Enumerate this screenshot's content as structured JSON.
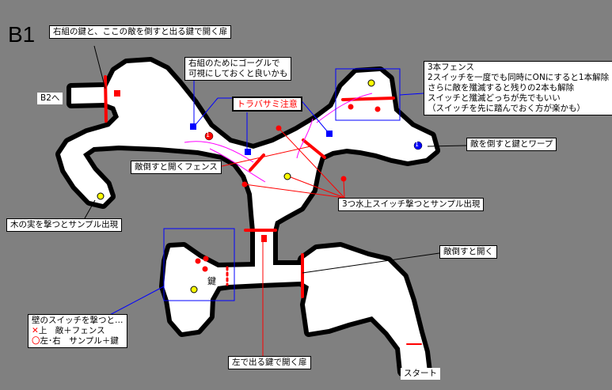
{
  "floor": "B1",
  "labels": {
    "door_top": "右組の鍵と、ここの敵を倒すと出る鍵で開く扉",
    "goggle_line1": "右組のためにゴーグルで",
    "goggle_line2": "可視にしておくと良いかも",
    "trap": "トラバサミ注意",
    "to_b2": "B2へ",
    "fence3_line1": "3本フェンス",
    "fence3_line2": "2スイッチを一度でも同時にONにすると1本解除",
    "fence3_line3": "さらに敵を殲滅すると残りの2本も解除",
    "fence3_line4": "スイッチと殲滅どっちが先でもいい",
    "fence3_line5": "（スイッチを先に踏んでおく方が楽かも）",
    "warp": "敵を倒すと鍵とワープ",
    "fence_enemy": "敵倒すと開くフェンス",
    "water_switch": "3つ水上スイッチ撃つとサンプル出現",
    "nut": "木の実を撃つとサンプル出現",
    "enemy_open": "敵倒すと開く",
    "wall_switch_title": "壁のスイッチを撃つと…",
    "wall_switch_x_mark": "✕",
    "wall_switch_x": "上　敵＋フェンス",
    "wall_switch_o_mark": "〇",
    "wall_switch_o": "左･右　サンプル＋鍵",
    "key": "鍵",
    "door_bottom": "左で出る鍵で開く扉",
    "start": "スタート",
    "enemy_num": "1"
  },
  "colors": {
    "background": "#808080",
    "floor": "#ffffff",
    "wall": "#000000",
    "barrier": "#ff0000",
    "switch": "#0000ff",
    "item": "#ffff00",
    "path": "#ff00ff"
  }
}
